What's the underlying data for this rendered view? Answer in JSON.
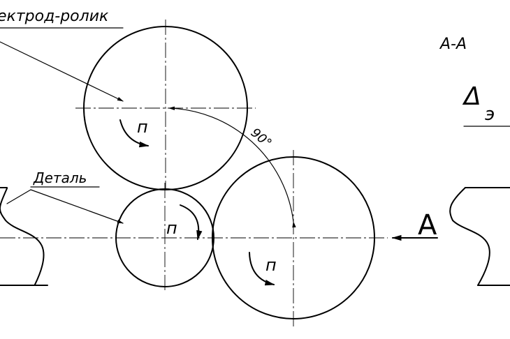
{
  "labels": {
    "electrode_roller": "ектрод-ролик",
    "part": "Деталь",
    "angle": "90°",
    "rotation": "п",
    "section_title": "А-А",
    "delta": "Δ",
    "delta_subscript": "э",
    "view_letter": "А"
  }
}
